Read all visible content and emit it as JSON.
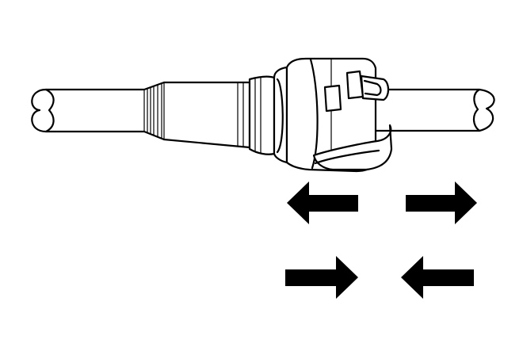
{
  "diagram": {
    "subject": "quick-connect-fitting-disconnect",
    "background_color": "#ffffff",
    "line_color": "#000000",
    "arrows": [
      {
        "direction": "left",
        "row": "top"
      },
      {
        "direction": "right",
        "row": "top"
      },
      {
        "direction": "right",
        "row": "bottom"
      },
      {
        "direction": "left",
        "row": "bottom"
      }
    ]
  }
}
